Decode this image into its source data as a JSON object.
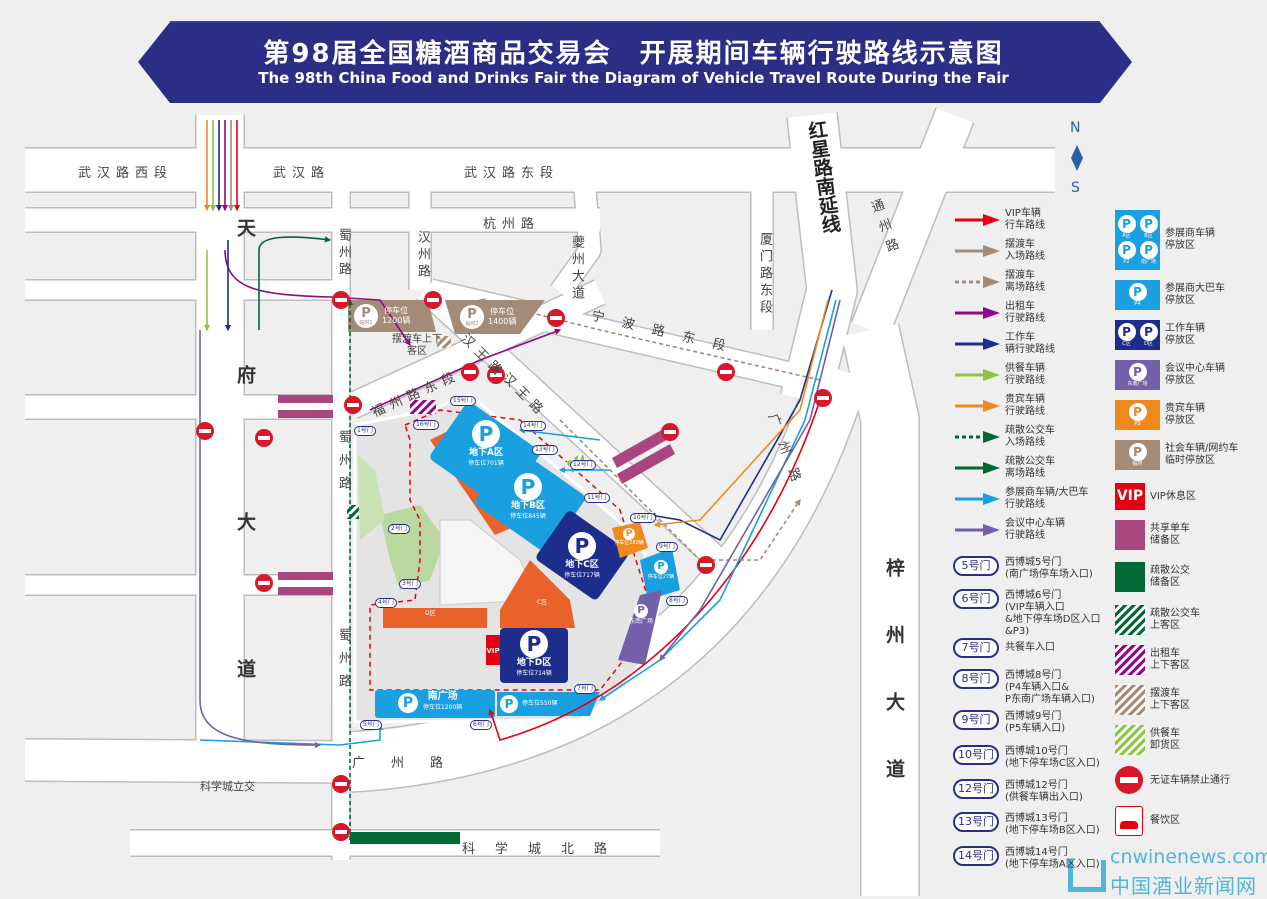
{
  "banner": {
    "title_cn": "第98届全国糖酒商品交易会　开展期间车辆行驶路线示意图",
    "title_en": "The 98th China Food and Drinks Fair the Diagram of Vehicle Travel Route During the Fair"
  },
  "compass": {
    "north": "N",
    "south": "S"
  },
  "roads": {
    "wuhan_west": "武汉路西段",
    "wuhan": "武汉路",
    "wuhan_east": "武汉路东段",
    "hangzhou": "杭州路",
    "shuzhou": "蜀州路",
    "hanzhou": "汉州路",
    "kuizhou": "夔州大道",
    "xiamen": "厦门路东段",
    "hongxing": "红星路南延线",
    "tongzhou": "通州路",
    "ningbo": "宁波路东段",
    "fuzhou": "福州路东段",
    "hanwang": "汉王路",
    "guangzhou_e": "广州路",
    "guangzhou_s": "广州路",
    "tianfu": "天府大道",
    "zizhou": "梓州大道",
    "kexuecheng": "科学城北路",
    "kxc_interchange": "科学城立交"
  },
  "parking": {
    "temp1": {
      "tag": "临时1",
      "label": "停车位",
      "count": "1200辆"
    },
    "temp2": {
      "tag": "临时2",
      "label": "停车位",
      "count": "1400辆"
    },
    "shuttle_zone": "摆渡车上下客区",
    "a": {
      "name": "地下A区",
      "count": "停车位701辆"
    },
    "b": {
      "name": "地下B区",
      "count": "停车位845辆"
    },
    "c": {
      "name": "地下C区",
      "count": "停车位717辆"
    },
    "d": {
      "name": "地下D区",
      "count": "停车位714辆"
    },
    "south": {
      "name": "南广场",
      "count": "停车位1200辆"
    },
    "p3": {
      "count": "停车位550辆"
    },
    "p5": {
      "count": "停车位280辆"
    },
    "p4": {
      "count": "停车位27辆"
    },
    "southeast": {
      "name": "东南广场"
    },
    "vip": "VIP",
    "hall_c": "C区",
    "hall_d": "D区"
  },
  "gates": [
    "1号门",
    "2号门",
    "3号门",
    "4号门",
    "5号门",
    "6号门",
    "7号门",
    "8号门",
    "9号门",
    "10号门",
    "11号门",
    "12号门",
    "13号门",
    "14号门",
    "15号门",
    "16号门"
  ],
  "legend_routes": [
    {
      "label": "VIP车辆\n行车路线",
      "color": "#e60012",
      "dash": false
    },
    {
      "label": "摆渡车\n入场路线",
      "color": "#a48b78",
      "dash": false
    },
    {
      "label": "摆渡车\n离场路线",
      "color": "#a48b78",
      "dash": true
    },
    {
      "label": "出租车\n行驶路线",
      "color": "#920783",
      "dash": false
    },
    {
      "label": "工作车\n辆行驶路线",
      "color": "#1d2d8c",
      "dash": false
    },
    {
      "label": "供餐车辆\n行驶路线",
      "color": "#8cc63f",
      "dash": false
    },
    {
      "label": "贵宾车辆\n行驶路线",
      "color": "#ee8a1d",
      "dash": false
    },
    {
      "label": "疏散公交车\n入场路线",
      "color": "#006934",
      "dash": true
    },
    {
      "label": "疏散公交车\n离场路线",
      "color": "#006934",
      "dash": false
    },
    {
      "label": "参展商车辆/大巴车\n行驶路线",
      "color": "#1aa0e0",
      "dash": false
    },
    {
      "label": "会议中心车辆\n行驶路线",
      "color": "#7360a8",
      "dash": false
    }
  ],
  "legend_gates": [
    {
      "gate": "5号门",
      "desc": "西博城5号门\n(南广场停车场入口)"
    },
    {
      "gate": "6号门",
      "desc": "西博城6号门\n(VIP车辆入口\n&地下停车场D区入口\n&P3)"
    },
    {
      "gate": "7号门",
      "desc": "共餐车入口"
    },
    {
      "gate": "8号门",
      "desc": "西博城8号门\n(P4车辆入口&\nP东南广场车辆入口)"
    },
    {
      "gate": "9号门",
      "desc": "西博城9号门\n(P5车辆入口)"
    },
    {
      "gate": "10号门",
      "desc": "西博城10号门\n(地下停车场C区入口)"
    },
    {
      "gate": "12号门",
      "desc": "西博城12号门\n(供餐车辆出入口)"
    },
    {
      "gate": "13号门",
      "desc": "西博城13号门\n(地下停车场B区入口)"
    },
    {
      "gate": "14号门",
      "desc": "西博城14号门\n(地下停车场A区入口)"
    }
  ],
  "legend_areas": [
    {
      "label": "参展商车辆\n停放区",
      "color": "#1aa0e0",
      "icon": "parking-abcd",
      "sub": [
        "A区",
        "B区",
        "P2",
        "南广场"
      ]
    },
    {
      "label": "参展商大巴车\n停放区",
      "color": "#1aa0e0",
      "icon": "parking",
      "sub": [
        "P4"
      ]
    },
    {
      "label": "工作车辆\n停放区",
      "color": "#1d2d8c",
      "icon": "parking-cd",
      "sub": [
        "C区",
        "D区"
      ]
    },
    {
      "label": "会议中心车辆\n停放区",
      "color": "#7360a8",
      "icon": "parking",
      "sub": [
        "东南广场"
      ]
    },
    {
      "label": "贵宾车辆\n停放区",
      "color": "#ee8a1d",
      "icon": "parking",
      "sub": [
        "P5"
      ]
    },
    {
      "label": "社会车辆/网约车\n临时停放区",
      "color": "#a48b78",
      "icon": "parking",
      "sub": [
        "临时"
      ]
    },
    {
      "label": "VIP休息区",
      "color": "#e60012",
      "icon": "vip",
      "sub": [
        "VIP"
      ]
    },
    {
      "label": "共享单车\n储备区",
      "color": "#a9467d",
      "icon": "solid"
    },
    {
      "label": "疏散公交\n储备区",
      "color": "#006934",
      "icon": "solid"
    },
    {
      "label": "疏散公交车\n上客区",
      "color": "#006934",
      "icon": "hatch"
    },
    {
      "label": "出租车\n上下客区",
      "color": "#920783",
      "icon": "hatch"
    },
    {
      "label": "摆渡车\n上下客区",
      "color": "#a48b78",
      "icon": "hatch"
    },
    {
      "label": "供餐车\n卸货区",
      "color": "#8cc63f",
      "icon": "hatch"
    },
    {
      "label": "无证车辆禁止通行",
      "color": "#d7182a",
      "icon": "no-entry"
    },
    {
      "label": "餐饮区",
      "color": "#e60012",
      "icon": "food"
    }
  ],
  "watermark": {
    "url": "cnwinenews.com",
    "name": "中国酒业新闻网"
  }
}
